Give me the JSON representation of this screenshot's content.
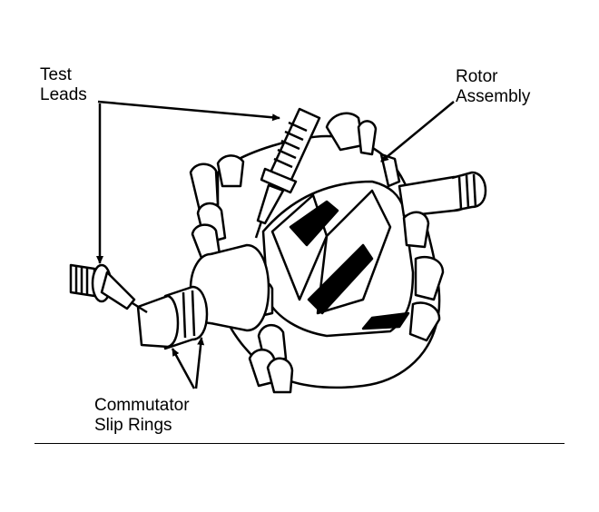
{
  "labels": {
    "test_leads": [
      "Test",
      "Leads"
    ],
    "rotor_assembly": [
      "Rotor",
      "Assembly"
    ],
    "commutator_slip_rings": [
      "Commutator",
      "Slip Rings"
    ]
  },
  "colors": {
    "ink": "#000000",
    "paper": "#ffffff"
  }
}
